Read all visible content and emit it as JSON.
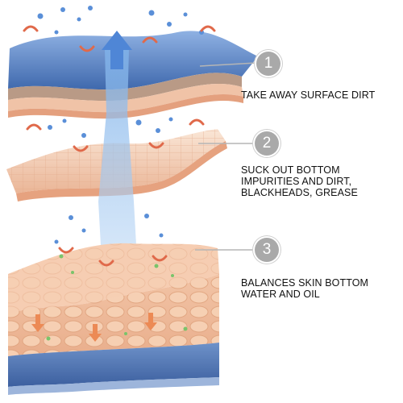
{
  "steps": [
    {
      "number": "1",
      "caption": "TAKE AWAY SURFACE DIRT"
    },
    {
      "number": "2",
      "caption": "SUCK OUT BOTTOM\nIMPURITIES AND DIRT,\nBLACKHEADS, GREASE"
    },
    {
      "number": "3",
      "caption": "BALANCES SKIN BOTTOM\nWATER AND OIL"
    }
  ],
  "colors": {
    "number_badge": "#a9a9a9",
    "leader_line": "#b5b5b5",
    "skin_top": "#f6d9c5",
    "skin_mid": "#efbd9f",
    "blue_layer": "#4a74b6",
    "arrow_red": "#e0694a",
    "bubble_blue": "#5a8fd8"
  }
}
